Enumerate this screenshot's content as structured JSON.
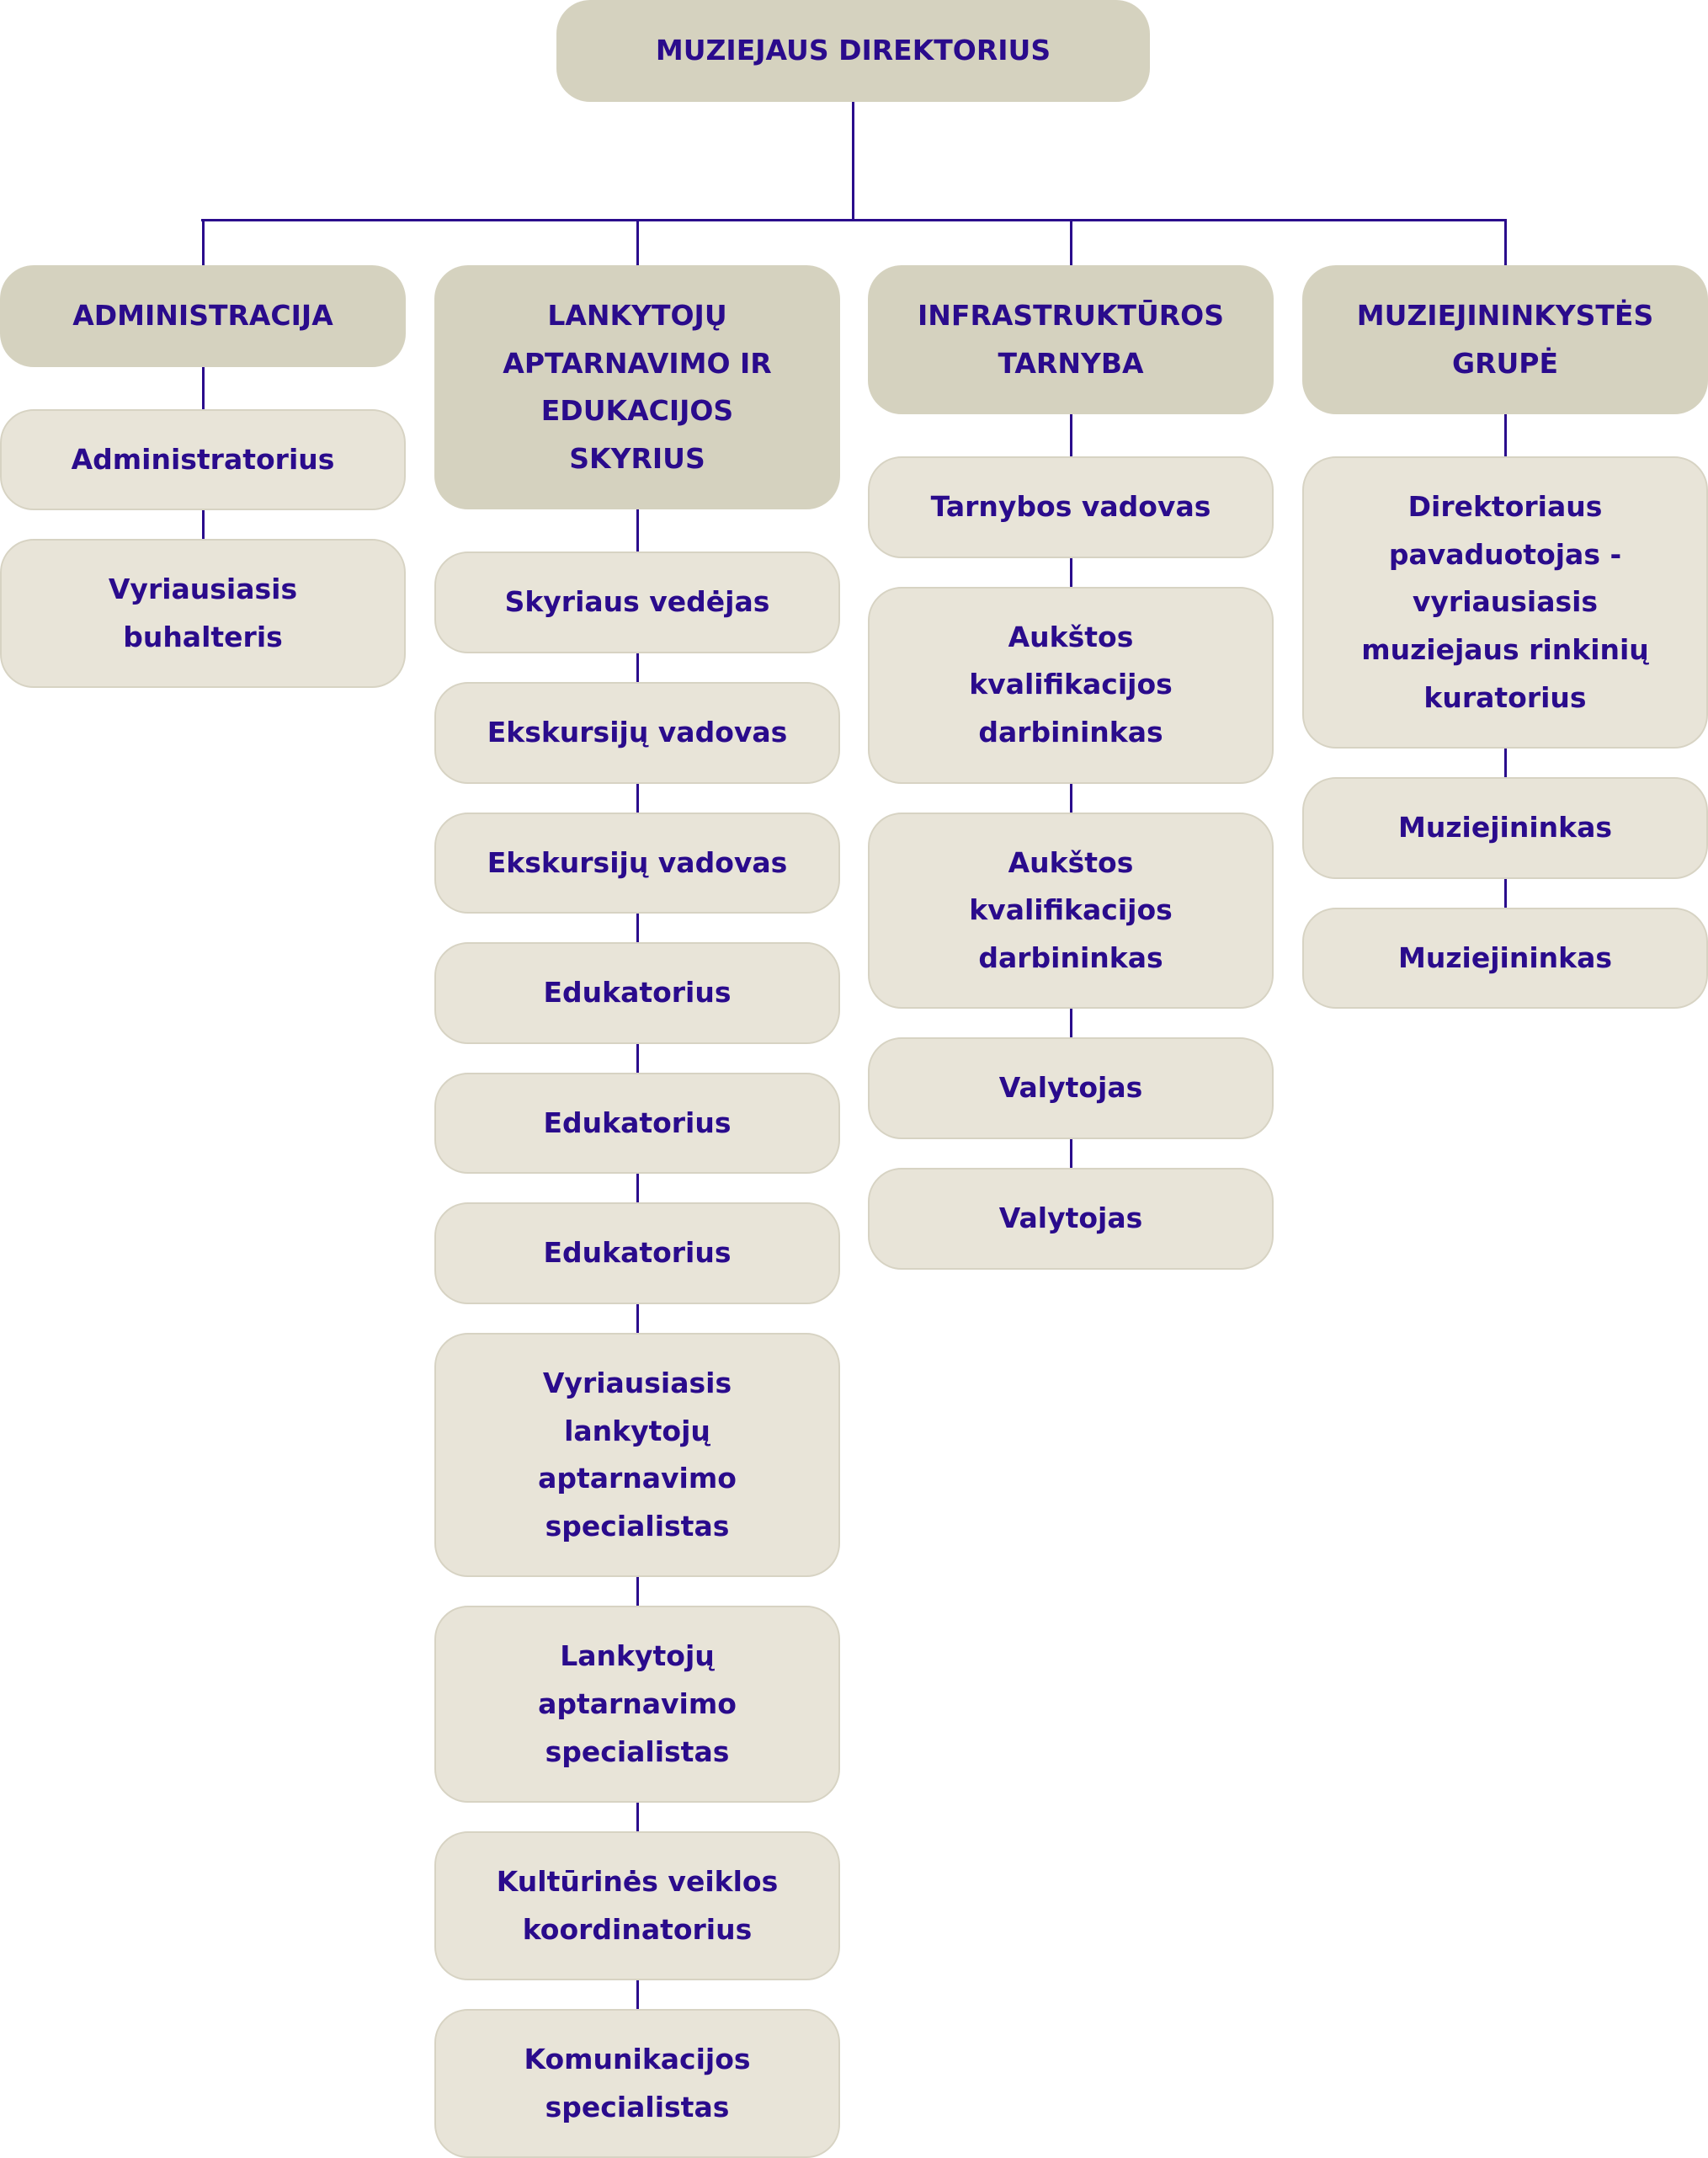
{
  "root": {
    "label": "MUZIEJAUS DIREKTORIUS"
  },
  "colors": {
    "header_bg": "#d5d2bf",
    "item_bg": "#e8e4d8",
    "text": "#2a0b8c",
    "line": "#2a0b8c"
  },
  "departments": [
    {
      "header": "ADMINISTRACIJA",
      "items": [
        "Administratorius",
        "Vyriausiasis\nbuhalteris"
      ]
    },
    {
      "header": "LANKYTOJŲ\nAPTARNAVIMO IR\nEDUKACIJOS\nSKYRIUS",
      "items": [
        "Skyriaus vedėjas",
        "Ekskursijų vadovas",
        "Ekskursijų vadovas",
        "Edukatorius",
        "Edukatorius",
        "Edukatorius",
        "Vyriausiasis\nlankytojų\naptarnavimo\nspecialistas",
        "Lankytojų\naptarnavimo\nspecialistas",
        "Kultūrinės veiklos\nkoordinatorius",
        "Komunikacijos\nspecialistas"
      ]
    },
    {
      "header": "INFRASTRUKTŪROS\nTARNYBA",
      "items": [
        "Tarnybos vadovas",
        "Aukštos\nkvalifikacijos\ndarbininkas",
        "Aukštos\nkvalifikacijos\ndarbininkas",
        "Valytojas",
        "Valytojas"
      ]
    },
    {
      "header": "MUZIEJININKYSTĖS\nGRUPĖ",
      "items": [
        "Direktoriaus\npavaduotojas -\nvyriausiasis\nmuziejaus rinkinių\nkuratorius",
        "Muziejininkas",
        "Muziejininkas"
      ]
    }
  ]
}
